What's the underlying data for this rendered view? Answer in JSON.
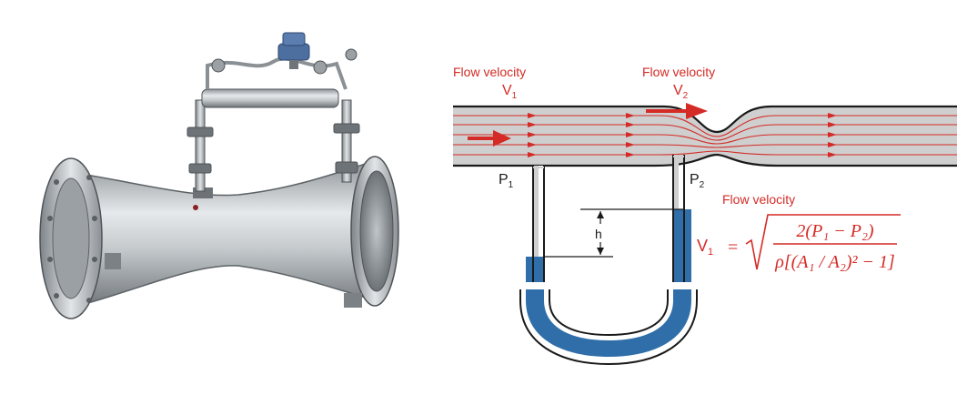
{
  "diagram": {
    "label_flow1": "Flow velocity",
    "label_v1_sym": "V",
    "label_v1_sub": "1",
    "label_flow2": "Flow velocity",
    "label_v2_sym": "V",
    "label_v2_sub": "2",
    "label_p1_sym": "P",
    "label_p1_sub": "1",
    "label_p2_sym": "P",
    "label_p2_sub": "2",
    "label_h": "h",
    "label_flow3": "Flow velocity",
    "formula": {
      "lhs_sym": "V",
      "lhs_sub": "1",
      "equals": "=",
      "numerator": "2(P₁ − P₂)",
      "denominator": "ρ[(A₁ / A₂)² − 1]"
    }
  },
  "colors": {
    "flow_red": "#d42b26",
    "pipe_fill": "#cfcfcf",
    "manometer_fluid": "#2f6ea8",
    "outline": "#1a1a1a"
  }
}
